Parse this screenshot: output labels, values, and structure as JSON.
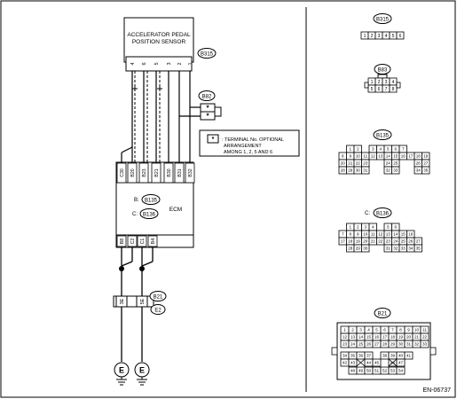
{
  "sensor": {
    "line1": "ACCELERATOR PEDAL",
    "line2": "POSITION SENSOR",
    "connector": "B315",
    "pins": [
      "4",
      "6",
      "5",
      "3",
      "2",
      "1"
    ]
  },
  "b82": {
    "label": "B82",
    "top": "*",
    "bottom": "*"
  },
  "note": {
    "star": "*",
    "line1": ": TERMINAL No. OPTIONAL",
    "line2": "ARRANGEMENT",
    "line3": "AMONG 1, 2, 5 AND 6"
  },
  "ecm": {
    "title": "ECM",
    "b_prefix": "B:",
    "b_conn": "B135",
    "c_prefix": "C:",
    "c_conn": "B136",
    "top_pins": [
      "C30",
      "B20",
      "B23",
      "B21",
      "B30",
      "B31",
      "B32"
    ],
    "bottom_pins": [
      "B8",
      "C2",
      "C1",
      "B4"
    ]
  },
  "b21_conn": {
    "label": "B21",
    "pins": [
      "3E",
      "5E"
    ]
  },
  "e2": {
    "label": "E2"
  },
  "ground": {
    "left": "E",
    "right": "E"
  },
  "connectors": {
    "b315": {
      "label": "B315",
      "pins": [
        "1",
        "2",
        "3",
        "4",
        "5",
        "6"
      ]
    },
    "b83": {
      "label": "B83",
      "top": [
        "1",
        "2",
        "3",
        "4"
      ],
      "bottom": [
        "5",
        "6",
        "7",
        "8"
      ]
    },
    "b135": {
      "label": "B135",
      "rows": [
        [
          "1",
          "2",
          "",
          "3",
          "4",
          "5",
          "6",
          "7"
        ],
        [
          "8",
          "9",
          "10",
          "11",
          "12",
          "13",
          "14",
          "15",
          "16",
          "17",
          "18",
          "19"
        ],
        [
          "20",
          "21",
          "22",
          "23",
          "",
          "",
          "24",
          "25",
          "",
          "",
          "26",
          "27"
        ],
        [
          "28",
          "29",
          "30",
          "31",
          "",
          "",
          "32",
          "33",
          "",
          "",
          "34",
          "35"
        ]
      ]
    },
    "b136": {
      "label": "B136",
      "rows": [
        [
          "1",
          "2",
          "3",
          "4",
          "",
          "5",
          "6"
        ],
        [
          "7",
          "8",
          "9",
          "10",
          "11",
          "12",
          "13",
          "14",
          "15",
          "16"
        ],
        [
          "17",
          "18",
          "19",
          "20",
          "21",
          "22",
          "23",
          "24",
          "25",
          "26",
          "27"
        ],
        [
          "28",
          "29",
          "30",
          "",
          "",
          "31",
          "32",
          "33",
          "34",
          "35"
        ]
      ]
    },
    "b21": {
      "label": "B21",
      "rows": [
        [
          "1",
          "2",
          "3",
          "4",
          "5",
          "6",
          "7",
          "8",
          "9",
          "10",
          "11"
        ],
        [
          "12",
          "13",
          "14",
          "15",
          "16",
          "17",
          "18",
          "19",
          "20",
          "21",
          "22"
        ],
        [
          "23",
          "24",
          "25",
          "26",
          "27",
          "28",
          "29",
          "30",
          "31",
          "32",
          "33"
        ],
        [
          "34",
          "35",
          "36",
          "37",
          "38",
          "39",
          "40",
          "41"
        ],
        [
          "42",
          "43",
          "44",
          "45",
          "46",
          "47"
        ],
        [
          "48",
          "49",
          "50",
          "51",
          "52",
          "53",
          "54"
        ]
      ]
    }
  },
  "footer": "EN-06737"
}
